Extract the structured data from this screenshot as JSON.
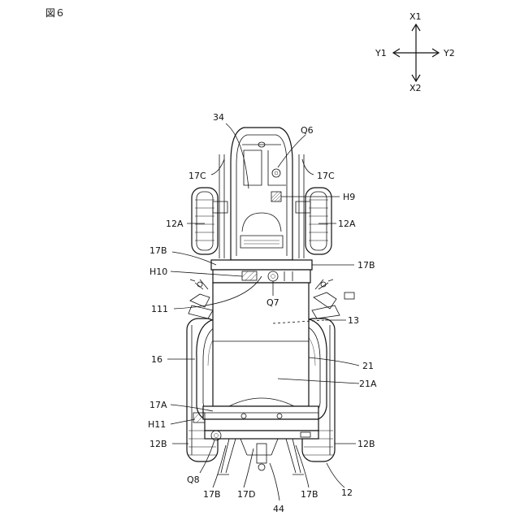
{
  "figure": {
    "title": "図６"
  },
  "compass": {
    "up": "X1",
    "down": "X2",
    "left": "Y1",
    "right": "Y2"
  },
  "labels": {
    "l34": "34",
    "lQ6": "Q6",
    "l17C_left": "17C",
    "l17C_right": "17C",
    "lH9": "H9",
    "l12A_left": "12A",
    "l12A_right": "12A",
    "l17B_upper_left": "17B",
    "l17B_upper_right": "17B",
    "lH10": "H10",
    "l111": "111",
    "lQ7": "Q7",
    "l13": "13",
    "l16": "16",
    "l21": "21",
    "l21A": "21A",
    "l17A": "17A",
    "lH11": "H11",
    "l12B_left": "12B",
    "l12B_right": "12B",
    "lQ8": "Q8",
    "l17B_lower_left": "17B",
    "l17D": "17D",
    "l17B_lower_right": "17B",
    "l12": "12",
    "l44": "44"
  }
}
